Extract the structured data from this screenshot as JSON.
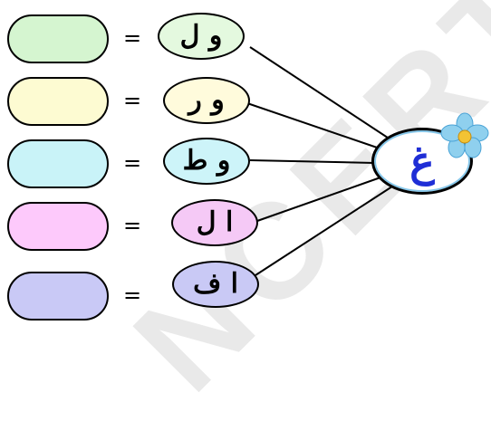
{
  "watermark": {
    "text": "NCERT"
  },
  "center": {
    "letter": "غ"
  },
  "equals_sign": "=",
  "rows": [
    {
      "letters": "و ل",
      "box_color": "#d5f5d0",
      "oval_color": "#e4f9df"
    },
    {
      "letters": "و ر",
      "box_color": "#fdfbd2",
      "oval_color": "#fffbdc"
    },
    {
      "letters": "و ط",
      "box_color": "#c9f3f8",
      "oval_color": "#cdf4f9"
    },
    {
      "letters": "ا ل",
      "box_color": "#fdc9fb",
      "oval_color": "#f5c9f6"
    },
    {
      "letters": "ا ف",
      "box_color": "#c9c9f6",
      "oval_color": "#c9c9f5"
    }
  ],
  "colors": {
    "flower_petal": "#8fd0ee",
    "flower_center": "#f3c334",
    "center_ring": "#86c7ea"
  }
}
